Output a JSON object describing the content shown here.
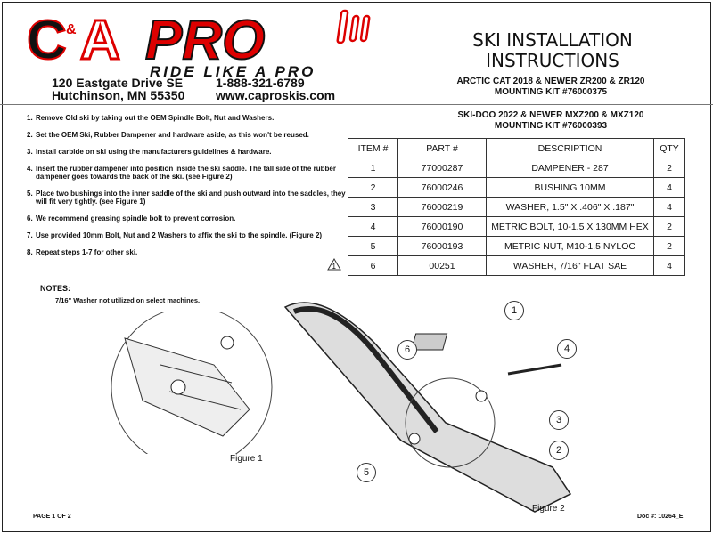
{
  "logo": {
    "brand": "C&A PRO",
    "tagline": "RIDE LIKE A PRO"
  },
  "address": {
    "street": "120 Eastgate Drive SE",
    "city": "Hutchinson, MN  55350",
    "phone": "1-888-321-6789",
    "web": "www.caproskis.com"
  },
  "title_line1": "SKI INSTALLATION",
  "title_line2": "INSTRUCTIONS",
  "kit1": {
    "model": "ARCTIC CAT 2018 & NEWER ZR200 & ZR120",
    "kit": "MOUNTING KIT #76000375"
  },
  "kit2": {
    "model": "SKI-DOO 2022 & NEWER MXZ200 & MXZ120",
    "kit": "MOUNTING KIT #76000393"
  },
  "steps": [
    {
      "n": "1.",
      "text": "Remove Old ski by taking out the OEM Spindle Bolt, Nut and Washers."
    },
    {
      "n": "2.",
      "text": "Set the OEM Ski, Rubber Dampener and hardware aside, as this won't be reused."
    },
    {
      "n": "3.",
      "text": "Install carbide on ski using the manufacturers guidelines & hardware."
    },
    {
      "n": "4.",
      "text": "Insert the rubber dampener into position inside the ski saddle. The tall side of the rubber dampener goes towards the back of the ski.  (see Figure 2)"
    },
    {
      "n": "5.",
      "text": "Place two bushings into the inner saddle of the ski and push outward into the saddles, they will fit very tightly. (see Figure 1)"
    },
    {
      "n": "6.",
      "text": "We recommend greasing spindle bolt to prevent corrosion."
    },
    {
      "n": "7.",
      "text": "Use provided 10mm Bolt, Nut and 2 Washers to affix the ski to the spindle. (Figure 2)"
    },
    {
      "n": "8.",
      "text": "Repeat steps 1-7 for other ski."
    }
  ],
  "note_marker": "1",
  "notes_heading": "NOTES:",
  "note": "7/16\" Washer not utilized on select machines.",
  "table": {
    "headers": [
      "ITEM #",
      "PART #",
      "DESCRIPTION",
      "QTY"
    ],
    "rows": [
      [
        "1",
        "77000287",
        "DAMPENER - 287",
        "2"
      ],
      [
        "2",
        "76000246",
        "BUSHING 10MM",
        "4"
      ],
      [
        "3",
        "76000219",
        "WASHER, 1.5\" X .406\" X .187\"",
        "4"
      ],
      [
        "4",
        "76000190",
        "METRIC BOLT, 10-1.5 X 130MM HEX",
        "2"
      ],
      [
        "5",
        "76000193",
        "METRIC NUT, M10-1.5 NYLOC",
        "2"
      ],
      [
        "6",
        "00251",
        "WASHER, 7/16\" FLAT SAE",
        "4"
      ]
    ]
  },
  "figure1": "Figure 1",
  "figure2": "Figure 2",
  "callouts": [
    "1",
    "2",
    "3",
    "4",
    "5",
    "6"
  ],
  "footer": {
    "page": "PAGE 1 OF 2",
    "doc": "Doc #:  10264_E"
  }
}
